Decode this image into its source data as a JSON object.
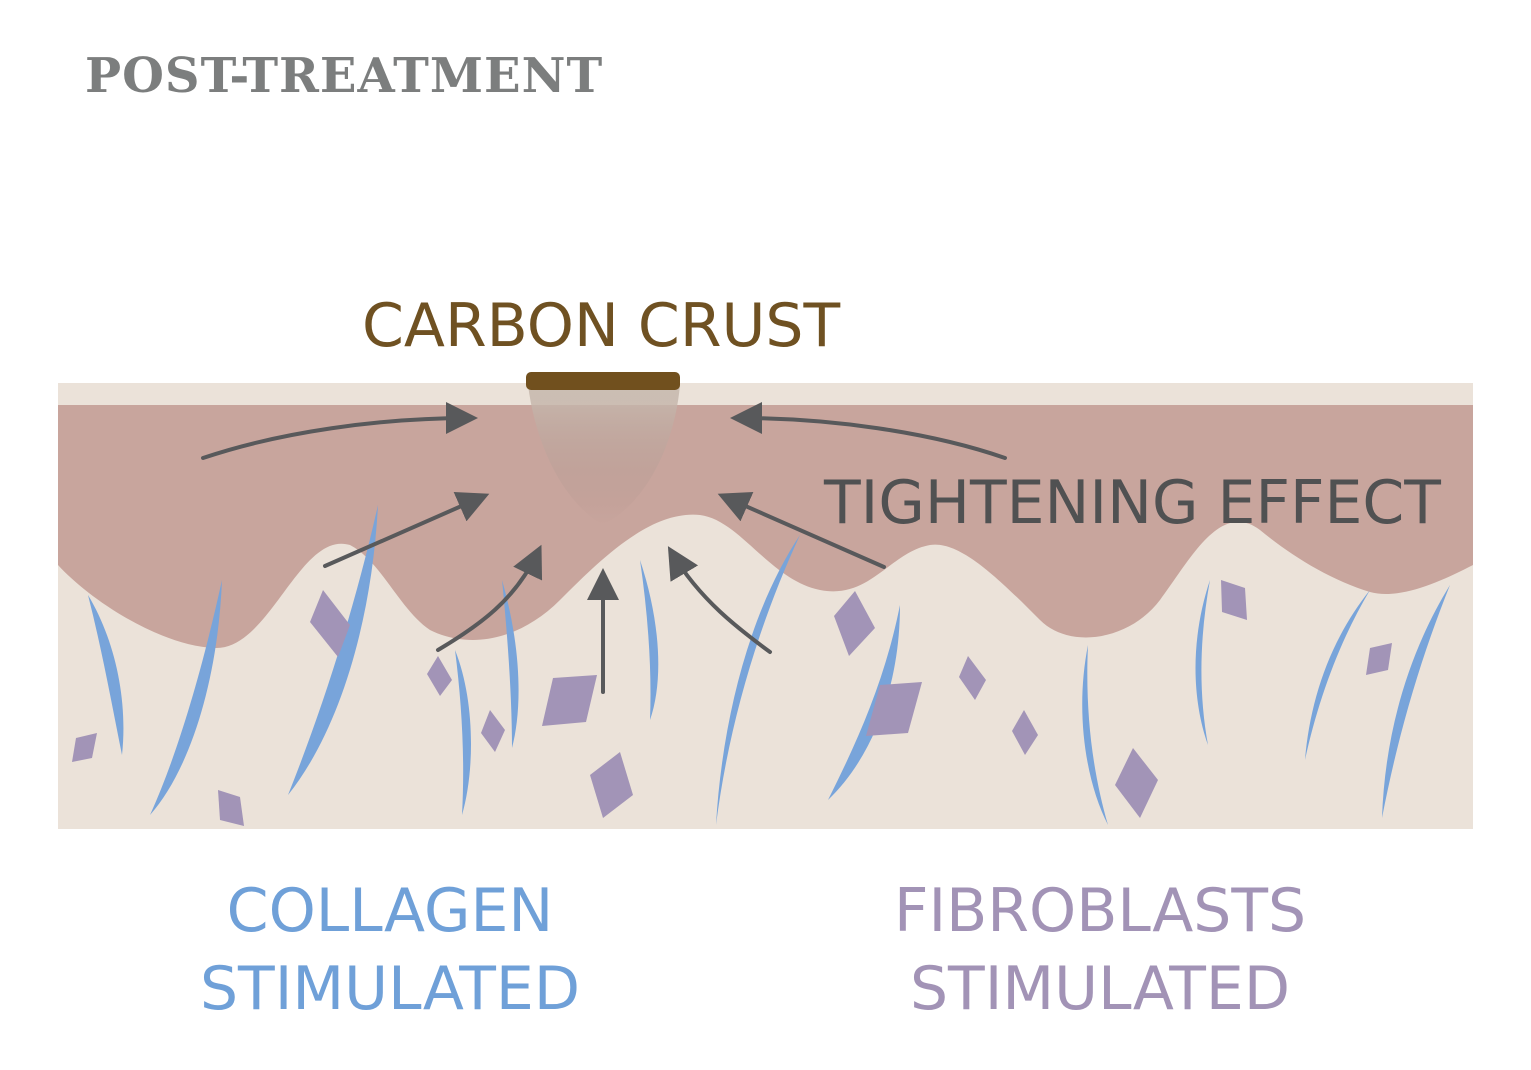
{
  "title": "POST-TREATMENT",
  "labels": {
    "carbon_crust": "CARBON CRUST",
    "tightening_effect": "TIGHTENING EFFECT",
    "collagen_line1": "COLLAGEN",
    "collagen_line2": "STIMULATED",
    "fibroblasts_line1": "FIBROBLASTS",
    "fibroblasts_line2": "STIMULATED"
  },
  "colors": {
    "dermis": "#c8a59d",
    "skin_base": "#ebe2d9",
    "crust": "#71501e",
    "collagen": "#78a4da",
    "fibroblast": "#a294b7",
    "arrow": "#58595b",
    "title": "#7c7e7e"
  }
}
